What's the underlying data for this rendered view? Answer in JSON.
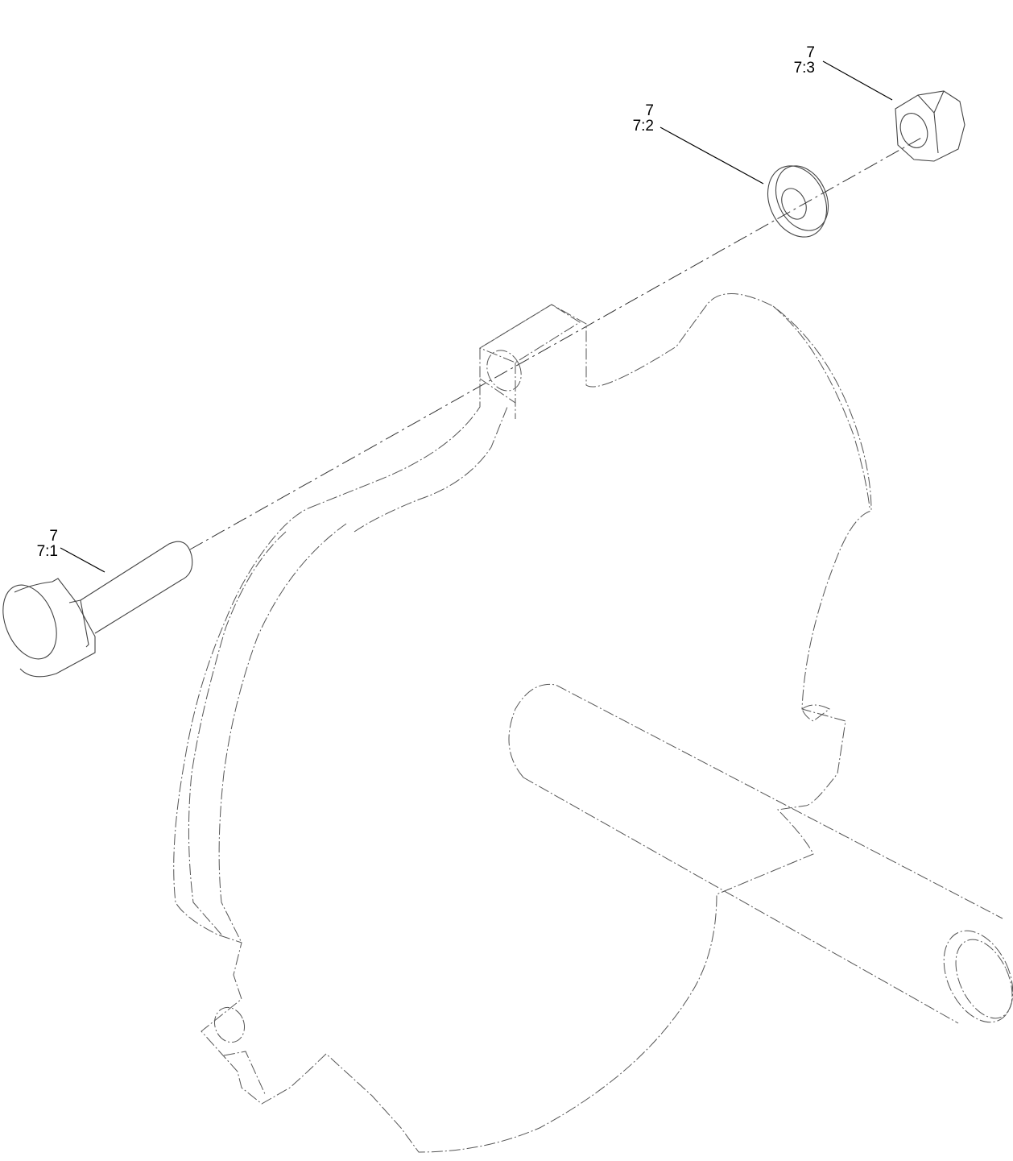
{
  "diagram": {
    "type": "exploded-parts-view",
    "line_style": {
      "hardware_stroke": "#444444",
      "phantom_stroke": "#555555",
      "leader_stroke": "#000000",
      "background": "#ffffff"
    },
    "callouts": [
      {
        "id": "callout-bolt",
        "ref": "7",
        "sub": "7:1",
        "part": "bolt"
      },
      {
        "id": "callout-washer",
        "ref": "7",
        "sub": "7:2",
        "part": "washer"
      },
      {
        "id": "callout-nut",
        "ref": "7",
        "sub": "7:3",
        "part": "lock-nut"
      }
    ],
    "phantom_parts": [
      "bracket-disc",
      "shaft"
    ]
  }
}
